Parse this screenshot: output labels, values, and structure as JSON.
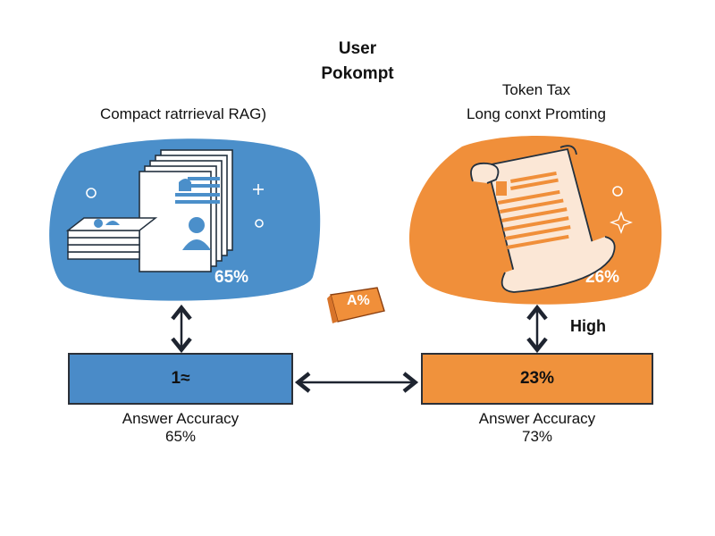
{
  "header": {
    "line1": "User",
    "line2": "Pokompt"
  },
  "left": {
    "title": "Compact ratrrieval RAG)",
    "blob_percent": "65%",
    "box_value": "1≈",
    "caption_label": "Answer Accuracy",
    "caption_value": "65%"
  },
  "right": {
    "super_title": "Token Tax",
    "title": "Long conxt Promting",
    "blob_percent": "26%",
    "side_label": "High",
    "box_value": "23%",
    "caption_label": "Answer Accuracy",
    "caption_value": "73%"
  },
  "center_badge": "A%",
  "colors": {
    "blue": "#4b8fca",
    "orange": "#f08f3a",
    "box_blue": "#4a8bc8",
    "box_orange": "#f0923c",
    "arrow": "#1e2430"
  }
}
